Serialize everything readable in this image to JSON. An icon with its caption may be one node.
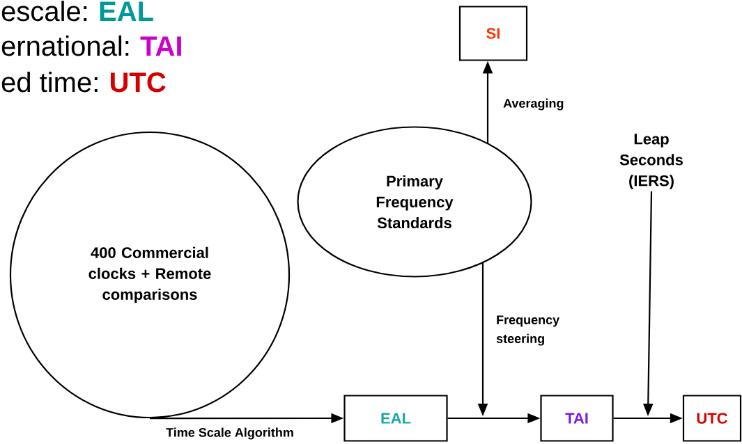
{
  "diagram": {
    "nodes": [
      {
        "text": [
          "400 Commercial clocks + Remote comparisons"
        ]
      },
      {
        "text": [
          "Primary Frequency Standards"
        ]
      },
      {
        "text": [
          "SI"
        ]
      },
      {
        "text": [
          "EAL"
        ]
      },
      {
        "text": [
          "TAI"
        ]
      },
      {
        "text": [
          "UTC"
        ]
      },
      {
        "text": [
          "Leap Seconds (IERS)"
        ]
      }
    ],
    "edges": [
      {
        "from": 0,
        "to": 3,
        "arrow": "to",
        "label": "Time Scale Algorithm"
      },
      {
        "from": 1,
        "to": 2,
        "arrow": "to",
        "label": "Averaging"
      },
      {
        "from": 3,
        "to": 4,
        "arrow": "to"
      },
      {
        "from": 1,
        "to": null,
        "arrow": "to",
        "label": "Frequency steering"
      },
      {
        "from": 6,
        "to": null,
        "arrow": "to"
      },
      {
        "from": 4,
        "to": 5,
        "arrow": "to"
      }
    ],
    "labels": [
      "escale:",
      "EAL",
      "ernational:",
      "TAI",
      "ed time:",
      "UTC"
    ]
  }
}
